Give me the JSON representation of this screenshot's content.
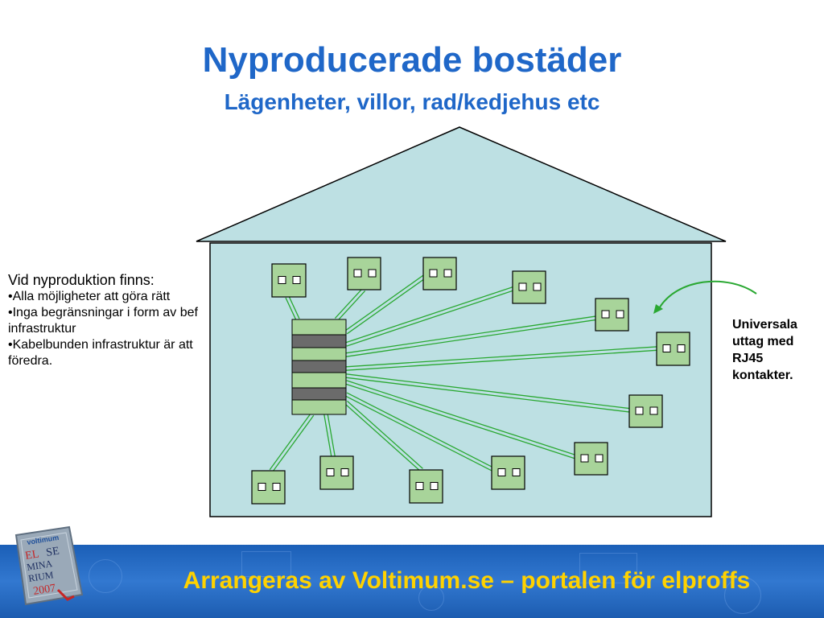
{
  "title": "Nyproducerade bostäder",
  "subtitle": "Lägenheter, villor, rad/kedjehus etc",
  "left_text": {
    "intro": "Vid nyproduktion finns:",
    "bullets": [
      "•Alla möjligheter att göra rätt",
      "•Inga begränsningar i form av bef infrastruktur",
      "•Kabelbunden infrastruktur är att föredra."
    ]
  },
  "callout": {
    "lines": [
      "Universala",
      "uttag med",
      "RJ45",
      "kontakter."
    ]
  },
  "footer": {
    "text": "Arrangeras av Voltimum.se – portalen för elproffs"
  },
  "logo": {
    "lines": [
      "voltimum",
      "EL",
      "SE",
      "MINA",
      "RIUM",
      "2007"
    ]
  },
  "colors": {
    "title": "#1f67c8",
    "house_fill": "#bde0e3",
    "outlet_fill": "#a8d49a",
    "cable": "#2aa832",
    "callout_arrow": "#2aa832",
    "footer_text": "#ffd200",
    "footer_bg": "#2a6cc4"
  },
  "outlets": [
    "outlet-1",
    "outlet-2",
    "outlet-3",
    "outlet-4",
    "outlet-5",
    "outlet-6",
    "outlet-7",
    "outlet-8",
    "outlet-9",
    "outlet-10",
    "outlet-11",
    "outlet-12"
  ]
}
